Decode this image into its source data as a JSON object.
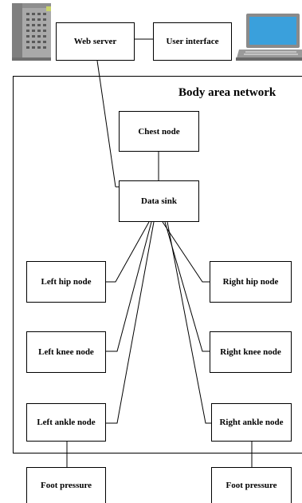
{
  "diagram": {
    "title": "Body area network",
    "nodes": {
      "web_server": "Web server",
      "user_interface": "User interface",
      "chest_node": "Chest node",
      "data_sink": "Data sink",
      "left_hip": "Left hip node",
      "right_hip": "Right hip node",
      "left_knee": "Left knee node",
      "right_knee": "Right knee node",
      "left_ankle": "Left ankle node",
      "right_ankle": "Right ankle node",
      "left_foot": "Foot pressure",
      "right_foot": "Foot pressure"
    },
    "icons": {
      "server": "server-building-icon",
      "laptop": "laptop-icon"
    }
  }
}
